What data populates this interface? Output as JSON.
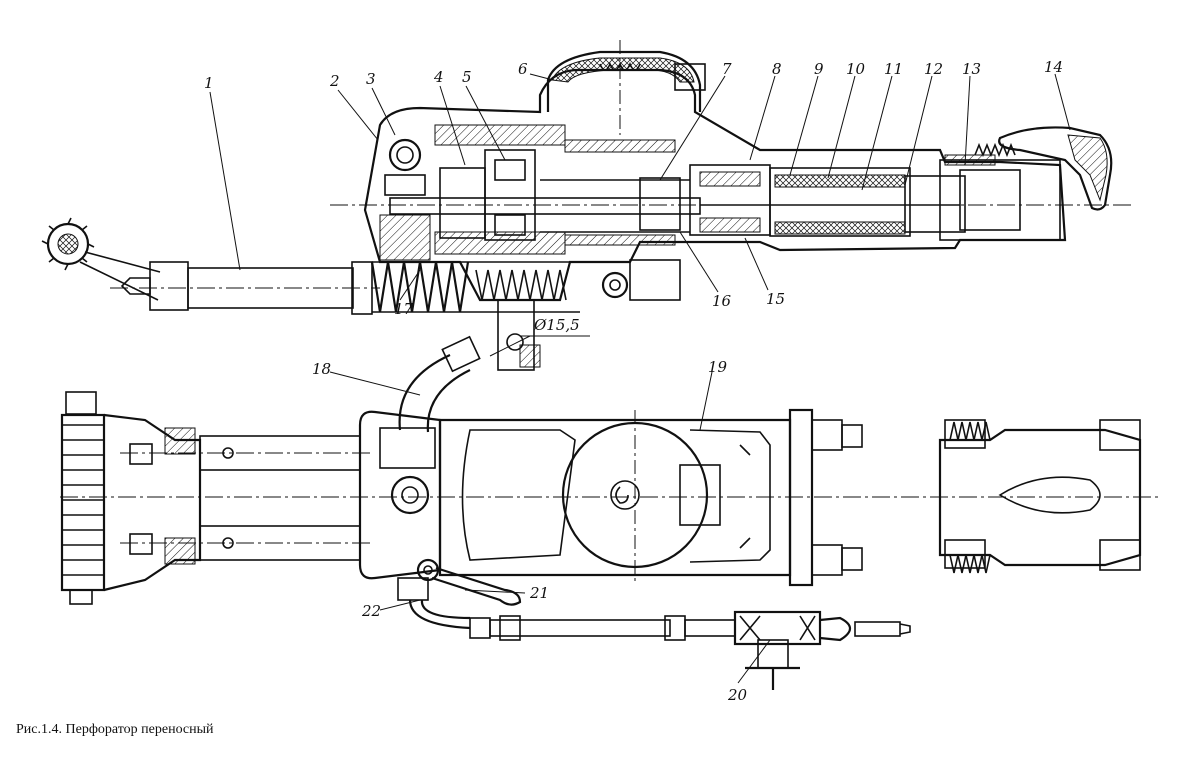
{
  "figure": {
    "caption": "Рис.1.4. Перфоратор переносный",
    "dimension_label": "Ø15,5",
    "part_labels": [
      "1",
      "2",
      "3",
      "4",
      "5",
      "6",
      "7",
      "8",
      "9",
      "10",
      "11",
      "12",
      "13",
      "14",
      "15",
      "16",
      "17",
      "18",
      "19",
      "20",
      "21",
      "22"
    ]
  }
}
